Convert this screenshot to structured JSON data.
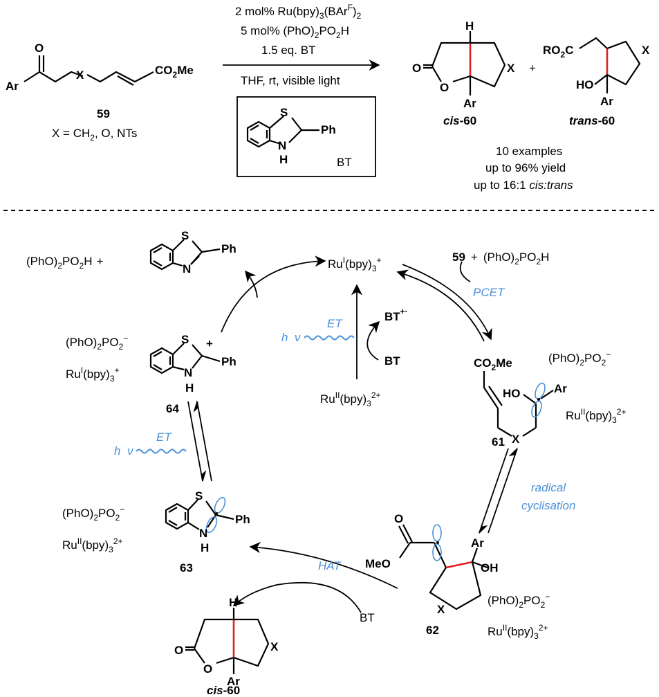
{
  "top": {
    "cond1": "2 mol% Ru(bpy)",
    "cond1_sub": "3",
    "cond1_b": "(BAr",
    "cond1_sup": "F",
    "cond1_c": ")",
    "cond1_sub2": "2",
    "cond2": "5 mol% (PhO)",
    "cond2_sub": "2",
    "cond2_b": "PO",
    "cond2_sub2": "2",
    "cond2_c": "H",
    "cond3": "1.5 eq. BT",
    "cond4": "THF, rt, visible light",
    "sm_label": "59",
    "x_def": "X = CH",
    "x_def_sub": "2",
    "x_def_b": ", O, NTs",
    "cis_label": "cis",
    "cis_num": "-60",
    "trans_label": "trans",
    "trans_num": "-60",
    "plus": "+",
    "examples": "10 examples",
    "yield": "up to 96% yield",
    "dr_a": "up to 16:1 ",
    "dr_b": "cis:trans",
    "bt_label": "BT",
    "ar": "Ar",
    "ph": "Ph",
    "s": "S",
    "n": "N",
    "h": "H",
    "o": "O",
    "x": "X",
    "co2me": "CO",
    "co2me_sub": "2",
    "co2me_b": "Me",
    "ro2c": "RO",
    "ro2c_sub": "2",
    "ro2c_b": "C",
    "ho": "HO"
  },
  "cycle": {
    "acid": "(PhO)",
    "acid_sub": "2",
    "acid_b": "PO",
    "acid_sub2": "2",
    "acid_c": "H",
    "ru1": "Ru",
    "ru1_sup": "I",
    "ru1_b": "(bpy)",
    "ru1_sub": "3",
    "ru1_sup2": "+",
    "ru2": "Ru",
    "ru2_sup": "II",
    "ru2_b": "(bpy)",
    "ru2_sub": "3",
    "ru2_sup2": "2+",
    "phos": "(PhO)",
    "phos_sub": "2",
    "phos_b": "PO",
    "phos_sub2": "2",
    "phos_sup": "−",
    "sm59": "59",
    "pcet": "PCET",
    "et": "ET",
    "hv": "hν",
    "bt": "BT",
    "bt_rad": "+·",
    "radical_cyc_1": "radical",
    "radical_cyc_2": "cyclisation",
    "hat": "HAT",
    "c61": "61",
    "c62": "62",
    "c63": "63",
    "c64": "64",
    "cis": "cis",
    "cis_num": "-60",
    "meo": "MeO",
    "oh": "OH",
    "ho": "HO",
    "plus": "+",
    "nh": "H"
  },
  "colors": {
    "accent": "#4a90d9",
    "bond_highlight": "#e02020"
  }
}
